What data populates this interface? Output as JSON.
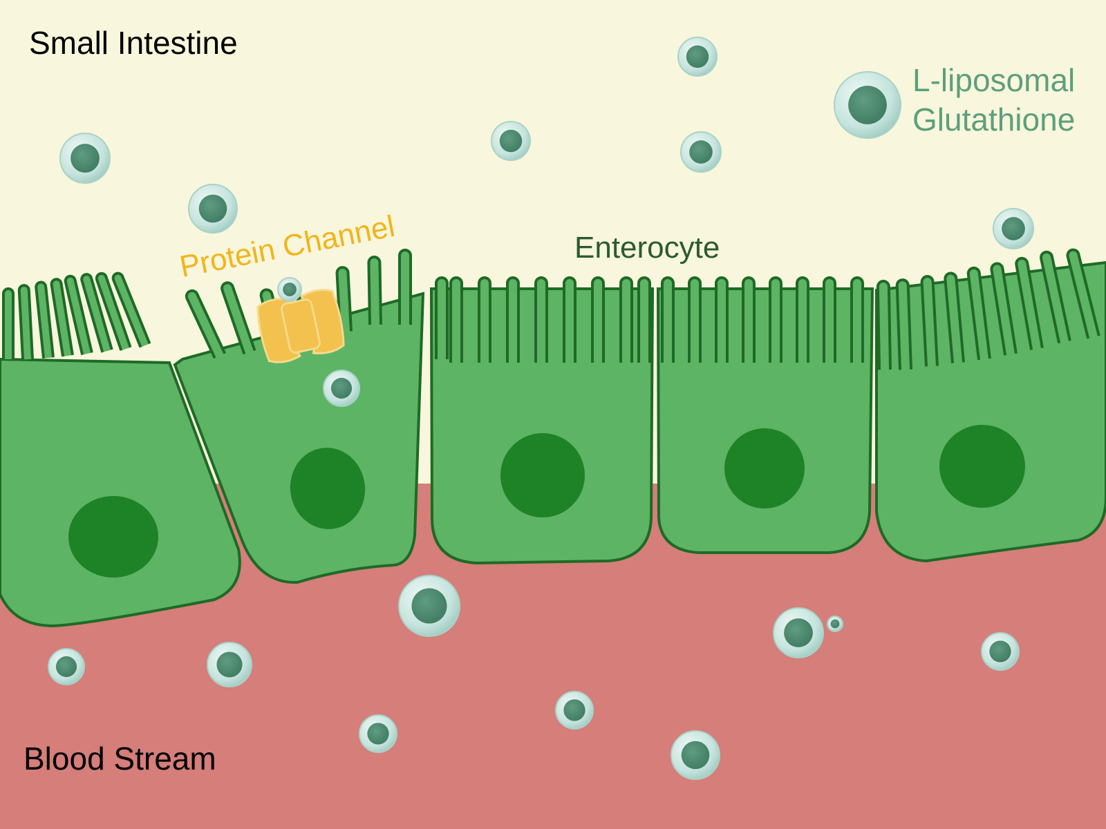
{
  "labels": {
    "small_intestine": "Small Intestine",
    "blood_stream": "Blood Stream",
    "enterocyte": "Enterocyte",
    "protein_channel": "Protein Channel",
    "liposomal_line1": "L-liposomal",
    "liposomal_line2": "Glutathione"
  },
  "colors": {
    "intestine_bg": "#f8f6dc",
    "blood_bg": "#d57e7a",
    "cell_fill": "#5db464",
    "cell_outline": "#1e6a26",
    "nucleus": "#1e8226",
    "liposome_shell": "#c6e4dd",
    "liposome_core": "#4c8b70",
    "channel": "#f2c14e",
    "channel_label": "#f1b51c",
    "liposome_label": "#5d9f7d"
  }
}
